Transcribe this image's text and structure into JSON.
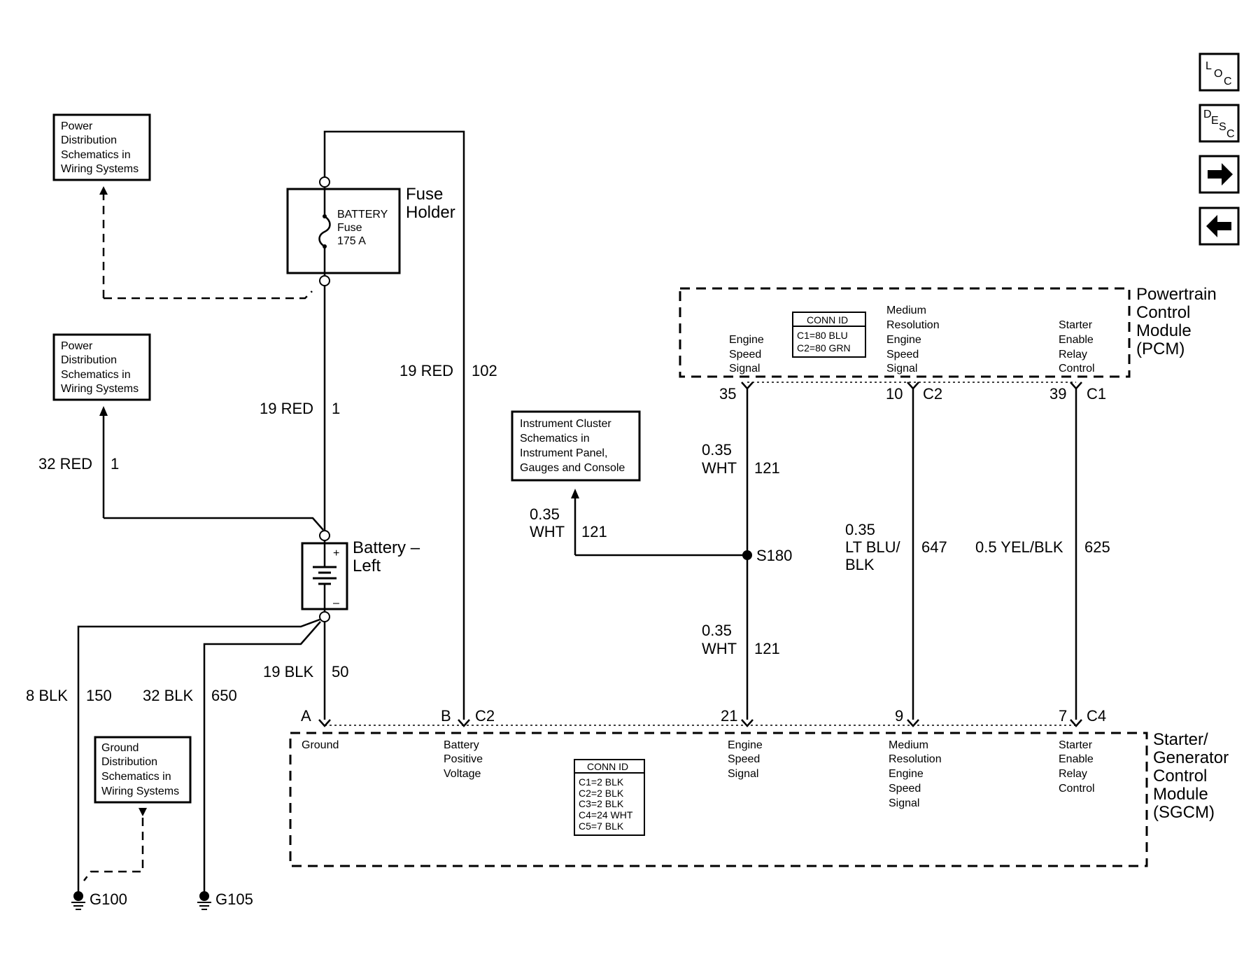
{
  "nav": {
    "loc": {
      "first": "L",
      "second": "O",
      "third": "C"
    },
    "desc": {
      "first": "D",
      "second": "E",
      "third": "S",
      "fourth": "C"
    },
    "forward_icon": "arrow-right-icon",
    "back_icon": "arrow-left-icon"
  },
  "refs": {
    "power_dist_1": [
      "Power",
      "Distribution",
      "Schematics in",
      "Wiring Systems"
    ],
    "power_dist_2": [
      "Power",
      "Distribution",
      "Schematics in",
      "Wiring Systems"
    ],
    "instrument": [
      "Instrument Cluster",
      "Schematics in",
      "Instrument Panel,",
      "Gauges and Console"
    ],
    "ground_dist": [
      "Ground",
      "Distribution",
      "Schematics in",
      "Wiring Systems"
    ]
  },
  "fuse": {
    "title": [
      "Fuse",
      "Holder"
    ],
    "lines": [
      "BATTERY",
      "Fuse",
      "175 A"
    ]
  },
  "battery": {
    "title": [
      "Battery –",
      "Left"
    ],
    "plus": "+",
    "minus": "–"
  },
  "wires": {
    "red_102": {
      "size_color": "19 RED",
      "circuit": "102"
    },
    "red_1_a": {
      "size_color": "19 RED",
      "circuit": "1"
    },
    "red_1_b": {
      "size_color": "32 RED",
      "circuit": "1"
    },
    "blk_50": {
      "size_color": "19 BLK",
      "circuit": "50"
    },
    "blk_150": {
      "size_color": "8 BLK",
      "circuit": "150"
    },
    "blk_650": {
      "size_color": "32 BLK",
      "circuit": "650"
    },
    "wht_121_inst": {
      "size": "0.35",
      "color": "WHT",
      "circuit": "121"
    },
    "wht_121_top": {
      "size": "0.35",
      "color": "WHT",
      "circuit": "121"
    },
    "wht_121_bot": {
      "size": "0.35",
      "color": "WHT",
      "circuit": "121"
    },
    "ltblu_647": {
      "size": "0.35",
      "color_1": "LT BLU/",
      "color_2": "BLK",
      "circuit": "647"
    },
    "yel_625": {
      "size_color": "0.5 YEL/BLK",
      "circuit": "625"
    }
  },
  "splice": "S180",
  "pcm": {
    "title": [
      "Powertrain",
      "Control",
      "Module",
      "(PCM)"
    ],
    "conn_id": {
      "header": "CONN ID",
      "rows": [
        "C1=80 BLU",
        "C2=80 GRN"
      ]
    },
    "signals": {
      "engine_speed": [
        "Engine",
        "Speed",
        "Signal"
      ],
      "medium_res": [
        "Medium",
        "Resolution",
        "Engine",
        "Speed",
        "Signal"
      ],
      "starter_enable": [
        "Starter",
        "Enable",
        "Relay",
        "Control"
      ]
    },
    "pins": {
      "engine_speed": "35",
      "medium_res": "10",
      "medium_res_conn": "C2",
      "starter_enable": "39",
      "starter_enable_conn": "C1"
    }
  },
  "sgcm": {
    "title": [
      "Starter/",
      "Generator",
      "Control",
      "Module",
      "(SGCM)"
    ],
    "conn_id": {
      "header": "CONN ID",
      "rows": [
        "C1=2 BLK",
        "C2=2 BLK",
        "C3=2 BLK",
        "C4=24 WHT",
        "C5=7 BLK"
      ]
    },
    "signals": {
      "ground": [
        "Ground"
      ],
      "battery_pos": [
        "Battery",
        "Positive",
        "Voltage"
      ],
      "engine_speed": [
        "Engine",
        "Speed",
        "Signal"
      ],
      "medium_res": [
        "Medium",
        "Resolution",
        "Engine",
        "Speed",
        "Signal"
      ],
      "starter_enable": [
        "Starter",
        "Enable",
        "Relay",
        "Control"
      ]
    },
    "pins": {
      "ground": "A",
      "battery_pos": "B",
      "battery_pos_conn": "C2",
      "engine_speed": "21",
      "medium_res": "9",
      "starter_enable": "7",
      "starter_enable_conn": "C4"
    }
  },
  "grounds": {
    "g100": "G100",
    "g105": "G105"
  }
}
